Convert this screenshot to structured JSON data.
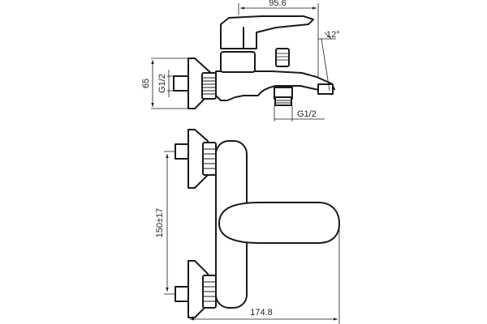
{
  "dimensions": {
    "spout_length": "95.6",
    "spout_angle": "12°",
    "body_height": "65",
    "inlet_thread": "G1/2",
    "outlet_thread": "G1/2",
    "center_distance": "150±17",
    "total_width": "174.8"
  }
}
